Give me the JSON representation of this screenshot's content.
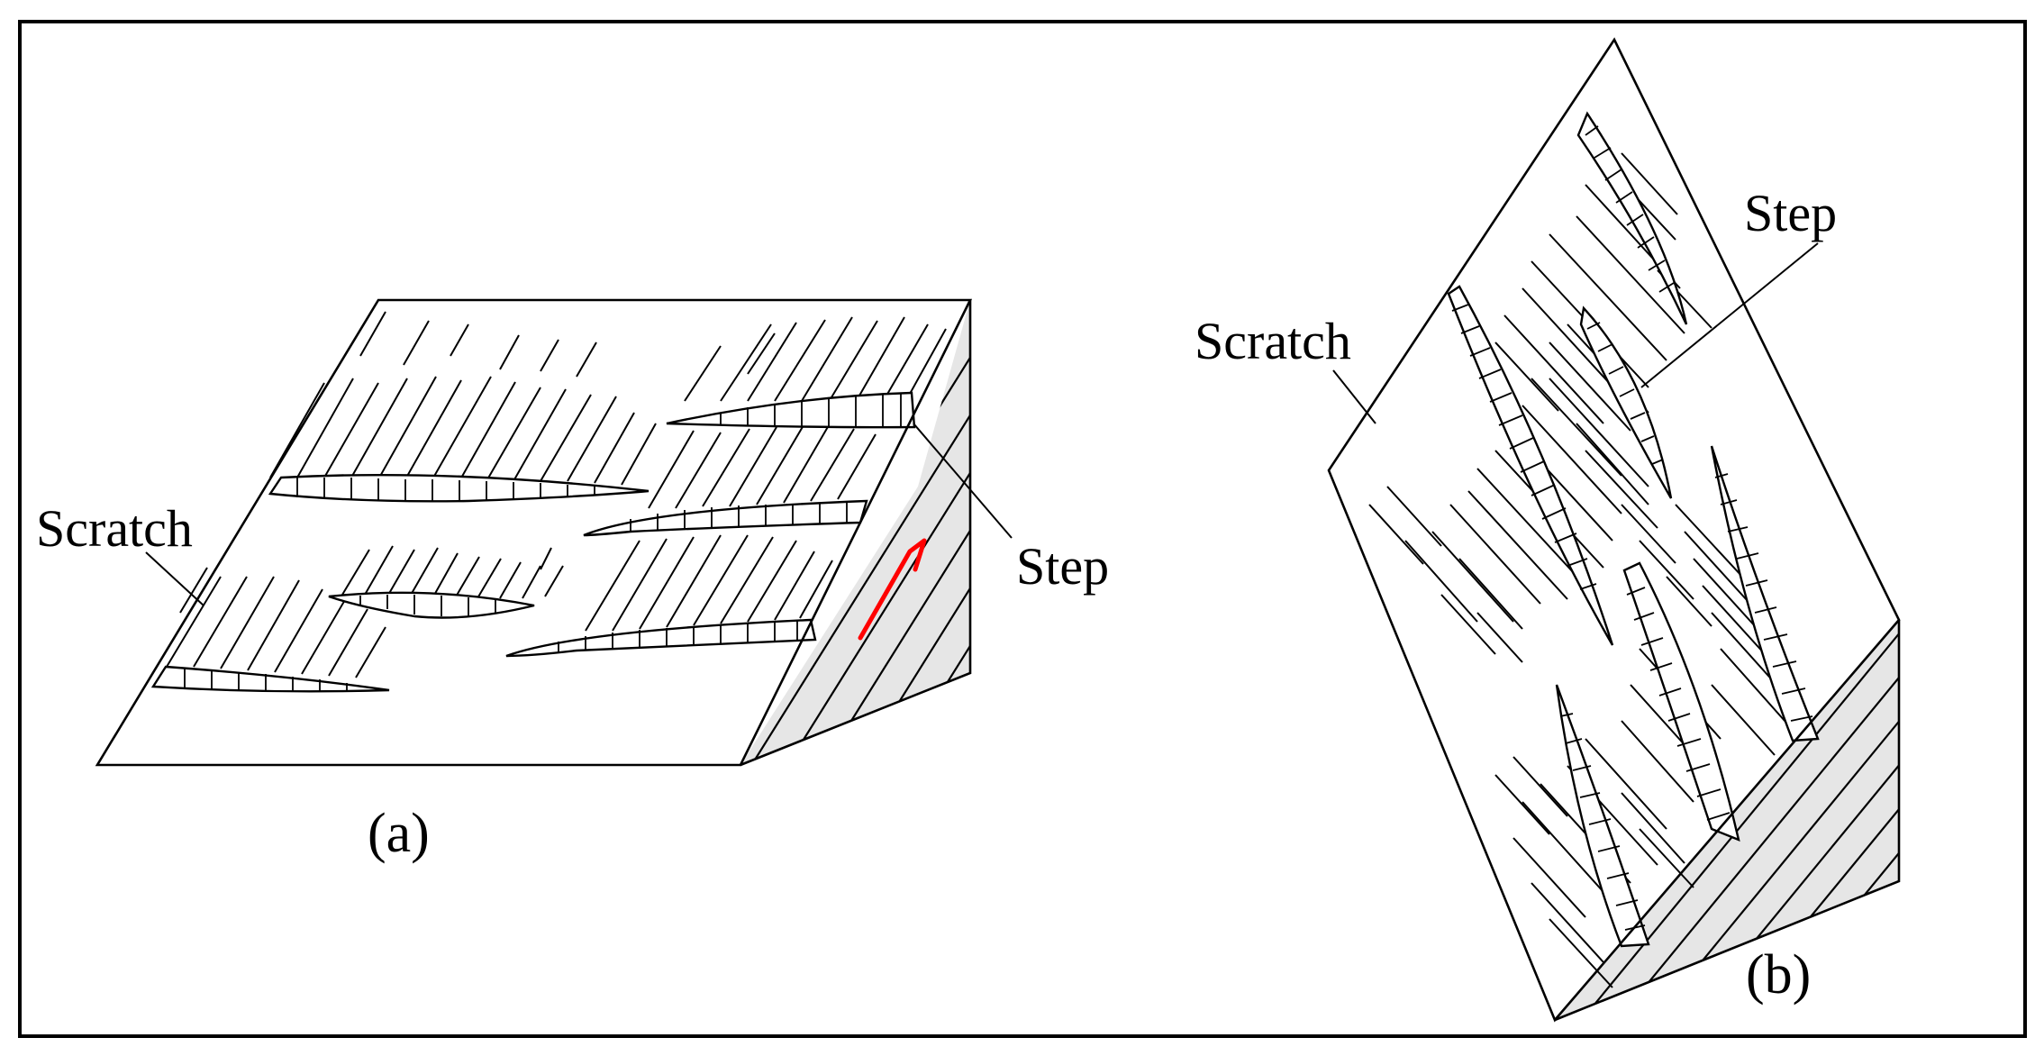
{
  "panel_a": {
    "caption": "(a)",
    "scratch_label": "Scratch",
    "step_label": "Step",
    "marker_color": "#ff0000"
  },
  "panel_b": {
    "caption": "(b)",
    "scratch_label": "Scratch",
    "step_label": "Step"
  },
  "colors": {
    "side_face": "#e6e6e6",
    "line": "#000000",
    "background": "#ffffff"
  }
}
